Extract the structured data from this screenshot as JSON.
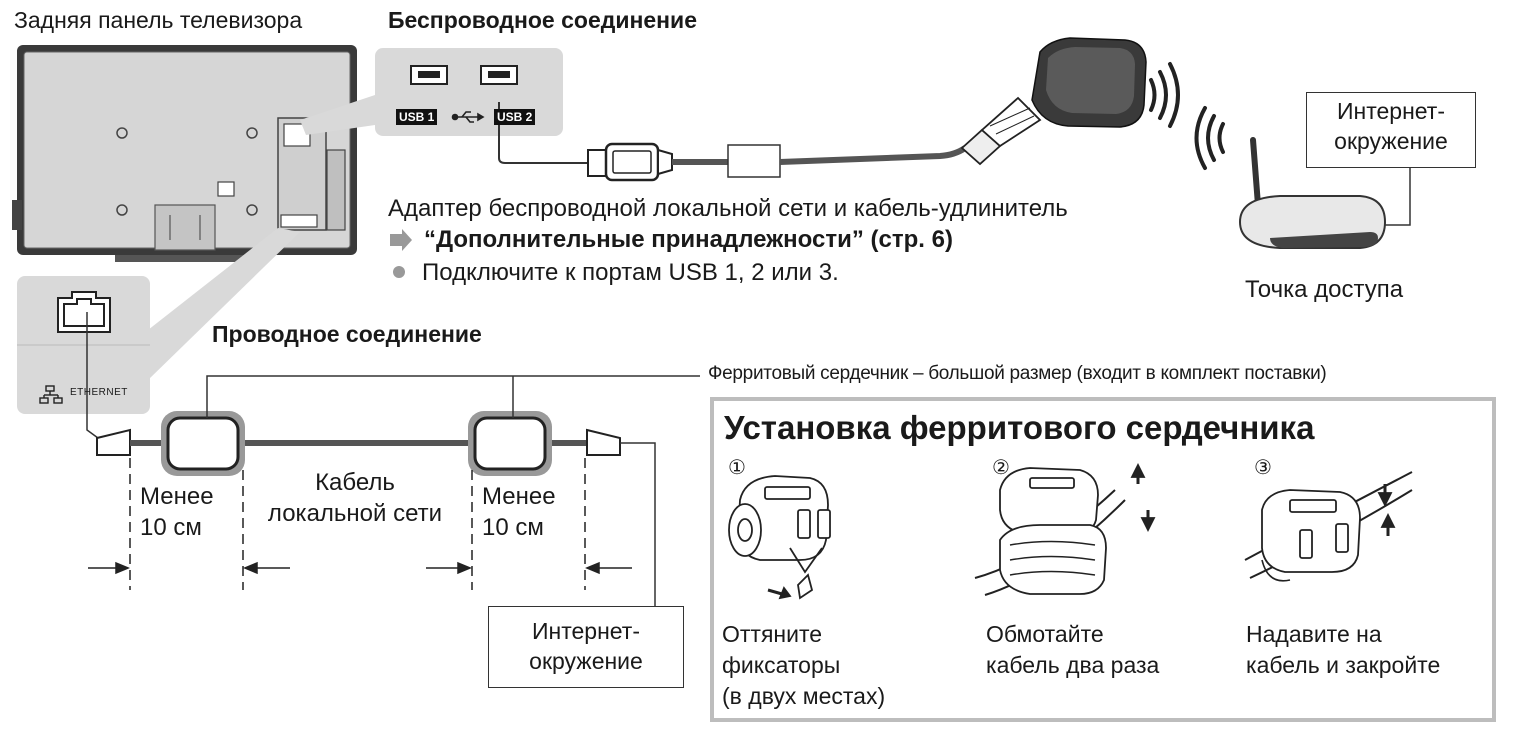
{
  "tv_back_title": "Задняя панель телевизора",
  "wireless": {
    "title": "Беспроводное соединение",
    "usb1": "USB 1",
    "usb2": "USB 2",
    "adapter_desc": "Адаптер беспроводной локальной сети и кабель-удлинитель",
    "accessories_ref": "“Дополнительные принадлежности” (стр. 6)",
    "connect_hint": "Подключите к портам USB 1, 2 или 3."
  },
  "internet_env_top": {
    "line1": "Интернет-",
    "line2": "окружение"
  },
  "access_point_label": "Точка доступа",
  "wired": {
    "title": "Проводное соединение",
    "ethernet_label": "ETHERNET",
    "ferrite_callout": "Ферритовый сердечник – большой размер (входит в комплект поставки)",
    "less_left_1": "Менее",
    "less_left_2": "10 см",
    "cable_1": "Кабель",
    "cable_2": "локальной сети",
    "less_right_1": "Менее",
    "less_right_2": "10 см",
    "internet_env": {
      "line1": "Интернет-",
      "line2": "окружение"
    }
  },
  "ferrite_install": {
    "title": "Установка ферритового сердечника",
    "steps": [
      {
        "num": "①",
        "lines": [
          "Оттяните",
          "фиксаторы",
          "(в двух местах)"
        ]
      },
      {
        "num": "②",
        "lines": [
          "Обмотайте",
          "кабель два раза"
        ]
      },
      {
        "num": "③",
        "lines": [
          "Надавите на",
          "кабель и закройте"
        ]
      }
    ]
  },
  "colors": {
    "tv_panel": "#d6d6d6",
    "callout_gray": "#d9d9d9",
    "cable": "#555555",
    "panel_border": "#bdbdbd",
    "adapter": "#3a3a3a"
  }
}
